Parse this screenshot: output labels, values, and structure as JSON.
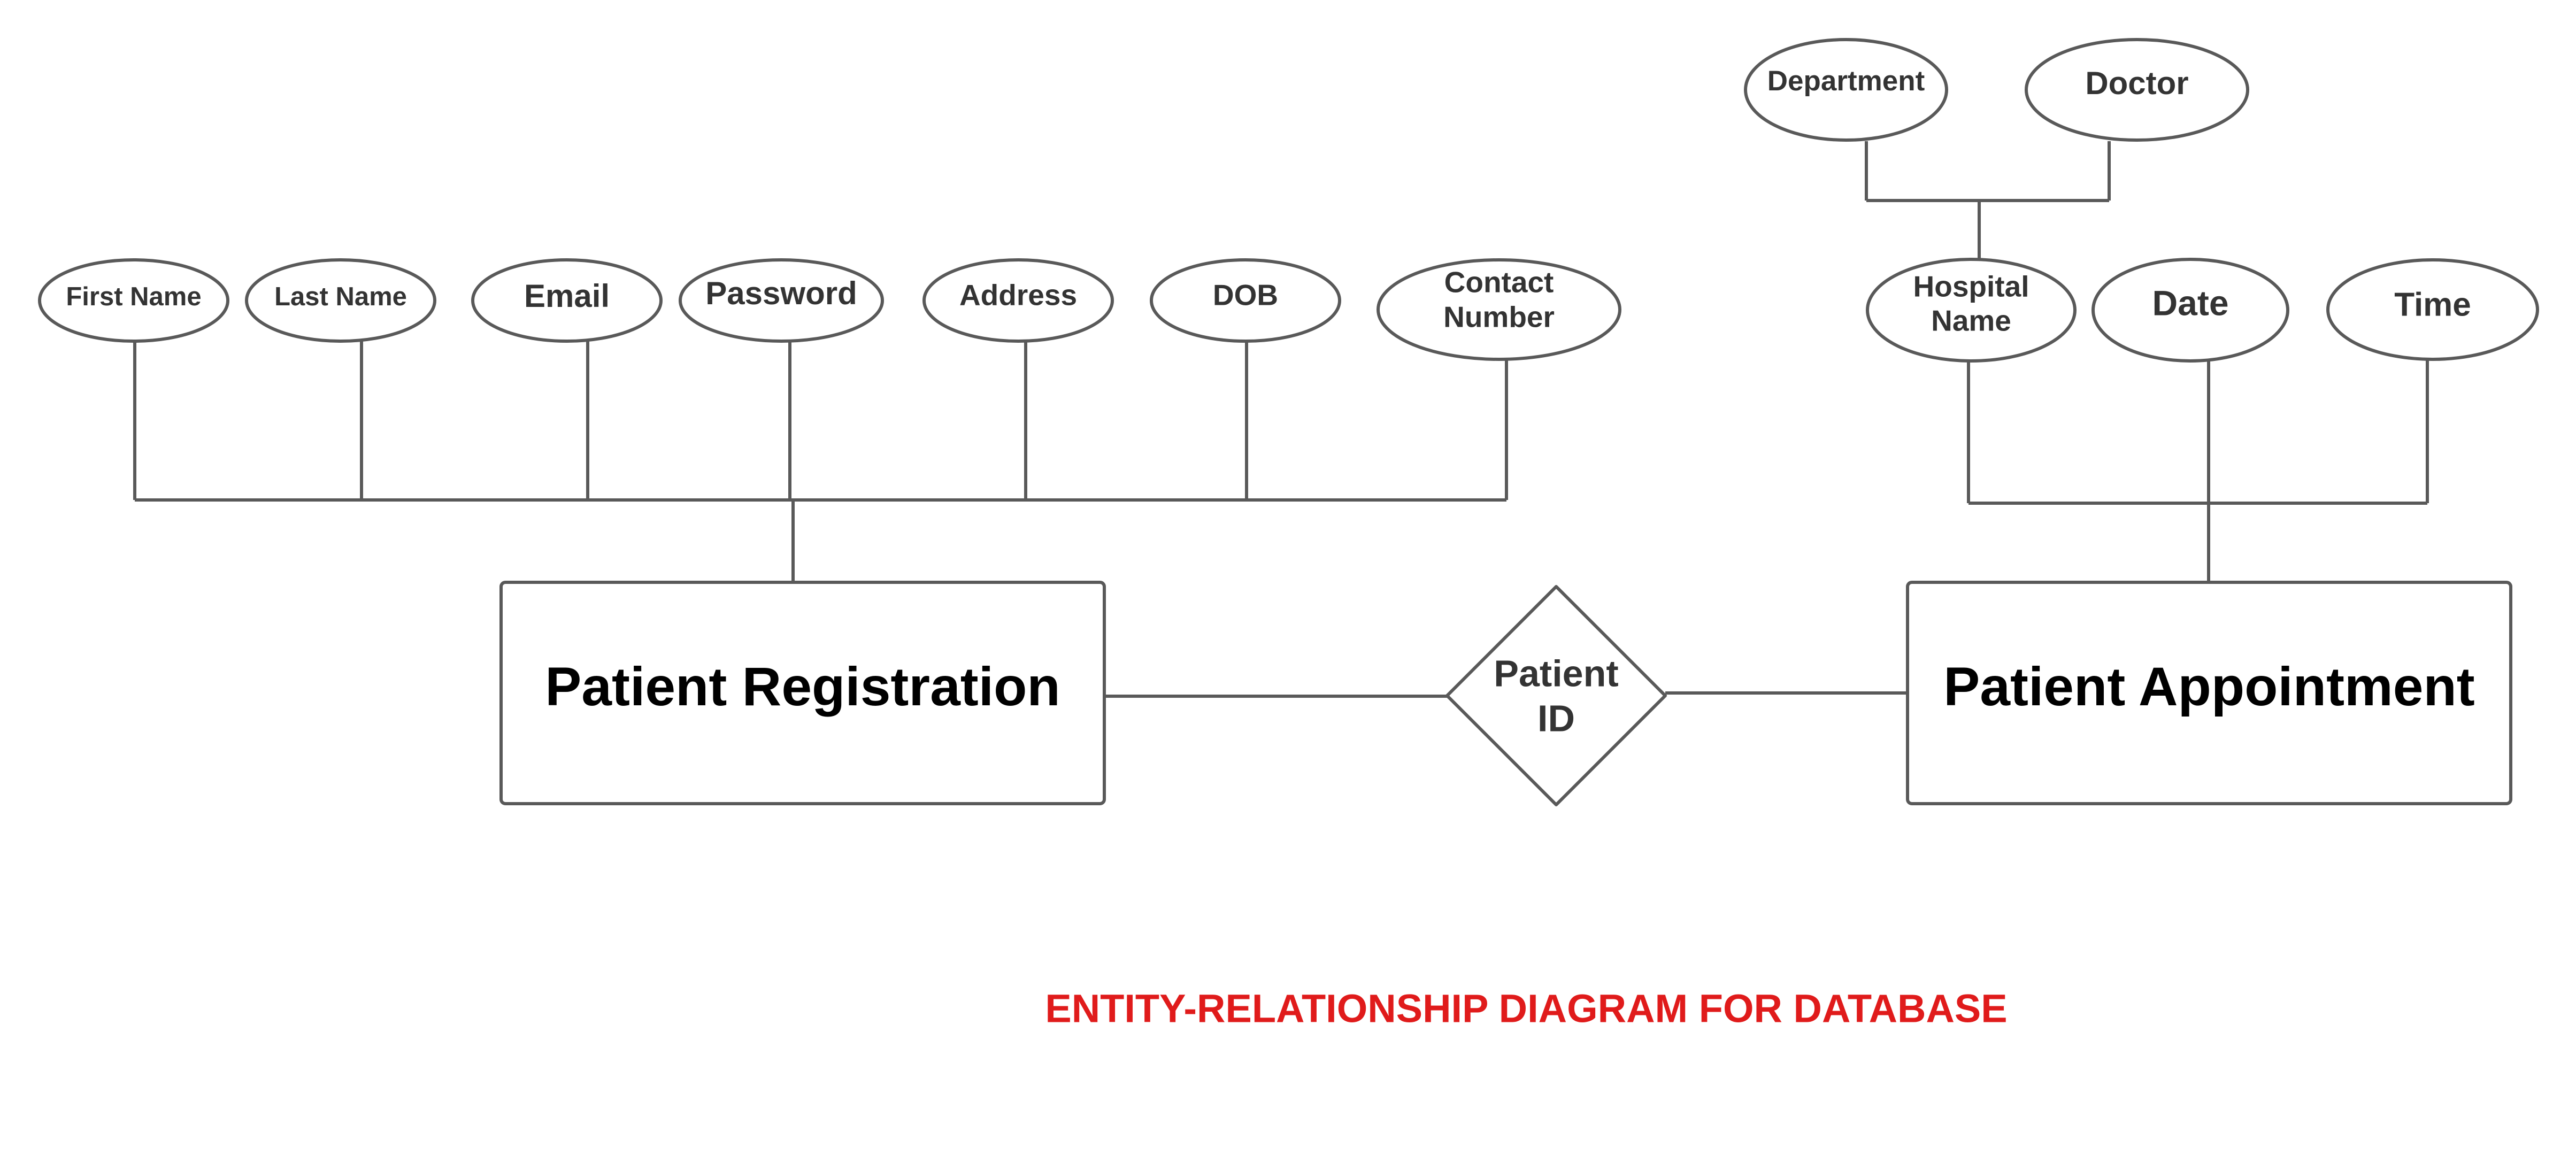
{
  "diagram": {
    "caption": "ENTITY-RELATIONSHIP DIAGRAM FOR DATABASE",
    "caption_color": "#e01b1b",
    "entities": {
      "registration": "Patient Registration",
      "appointment": "Patient Appointment"
    },
    "relationship": {
      "line1": "Patient",
      "line2": "ID"
    },
    "registration_attributes": {
      "first_name": "First Name",
      "last_name": "Last Name",
      "email": "Email",
      "password": "Password",
      "address": "Address",
      "dob": "DOB",
      "contact_line1": "Contact",
      "contact_line2": "Number"
    },
    "appointment_attributes": {
      "hospital_line1": "Hospital",
      "hospital_line2": "Name",
      "date": "Date",
      "time": "Time"
    },
    "hospital_attributes": {
      "department": "Department",
      "doctor": "Doctor"
    }
  }
}
